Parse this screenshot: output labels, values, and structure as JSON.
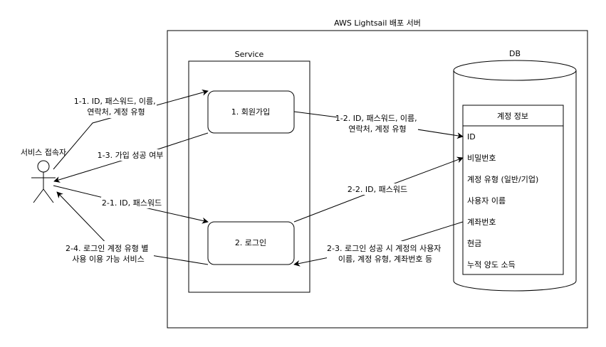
{
  "server": {
    "title": "AWS Lightsail 배포 서버"
  },
  "service": {
    "title": "Service",
    "signup": "1. 회원가입",
    "login": "2. 로그인"
  },
  "db": {
    "title": "DB",
    "table": {
      "header": "계정 정보",
      "fields": [
        "ID",
        "비밀번호",
        "계정 유형 (일반/기업)",
        "사용자 이름",
        "계좌번호",
        "현금",
        "누적 양도 소득"
      ]
    }
  },
  "actor": {
    "label": "서비스 접속자"
  },
  "flows": {
    "f1_1": [
      "1-1. ID, 패스워드, 이름,",
      "연락처, 계정 유형"
    ],
    "f1_2": [
      "1-2. ID, 패스워드, 이름,",
      "연락처, 계정 유형"
    ],
    "f1_3": [
      "1-3. 가입 성공 여부"
    ],
    "f2_1": [
      "2-1. ID, 패스워드"
    ],
    "f2_2": [
      "2-2. ID, 패스워드"
    ],
    "f2_3": [
      "2-3. 로그인 성공 시 계정의 사용자",
      "이름, 계정 유형, 계좌번호 등"
    ],
    "f2_4": [
      "2-4. 로그인 계정 유형 별",
      "사용 이용 가능 서비스"
    ]
  }
}
